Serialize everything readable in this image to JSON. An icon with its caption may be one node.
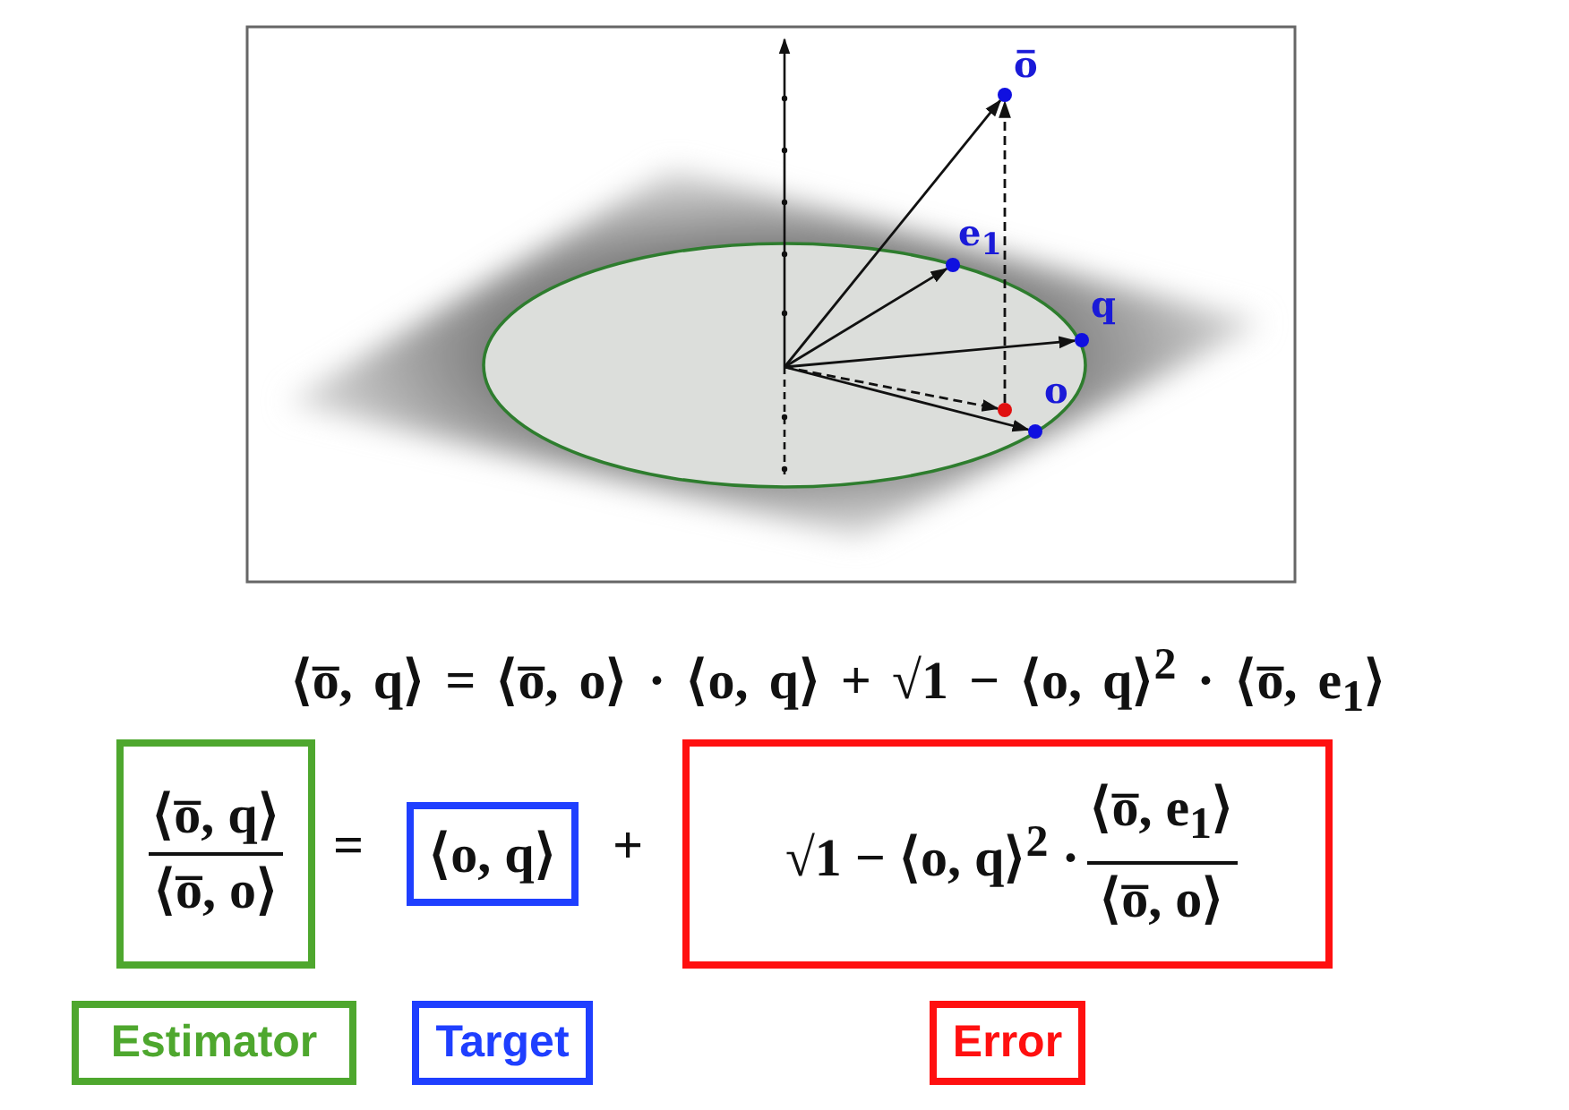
{
  "diagram": {
    "nodes": [
      {
        "text": [
          "o̅"
        ]
      },
      {
        "text": [
          "e$_{1}$"
        ]
      },
      {
        "text": [
          "q"
        ]
      },
      {
        "text": [
          "o"
        ]
      },
      {
        "text": [],
        "shape": "circle"
      },
      {
        "text": [
          "⟨o̅, q⟩",
          "⟨o̅, o⟩"
        ]
      },
      {
        "text": [
          "⟨o, q⟩"
        ]
      },
      {
        "text": [
          "√1 − ⟨o, q⟩$^{2}$ ·",
          "⟨o̅, e$_{1}$⟩",
          "⟨o̅, o⟩"
        ]
      },
      {
        "text": [
          "Estimator"
        ]
      },
      {
        "text": [
          "Target"
        ]
      },
      {
        "text": [
          "Error"
        ]
      }
    ],
    "edges": [
      {
        "from": null,
        "to": 0,
        "arrow": "to"
      },
      {
        "from": null,
        "to": 1,
        "arrow": "to"
      },
      {
        "from": null,
        "to": 2,
        "arrow": "to"
      },
      {
        "from": null,
        "to": 3,
        "arrow": "to"
      },
      {
        "from": null,
        "to": 4,
        "arrow": "to",
        "style": "dashed"
      },
      {
        "from": 4,
        "to": 0,
        "arrow": "to",
        "style": "dashed"
      }
    ],
    "labels": [
      "⟨o̅, q⟩ = ⟨o̅, o⟩ · ⟨o, q⟩ + √1 − ⟨o, q⟩$^{2}$ · ⟨o̅, e$_{1}$⟩",
      "=",
      "+"
    ]
  }
}
